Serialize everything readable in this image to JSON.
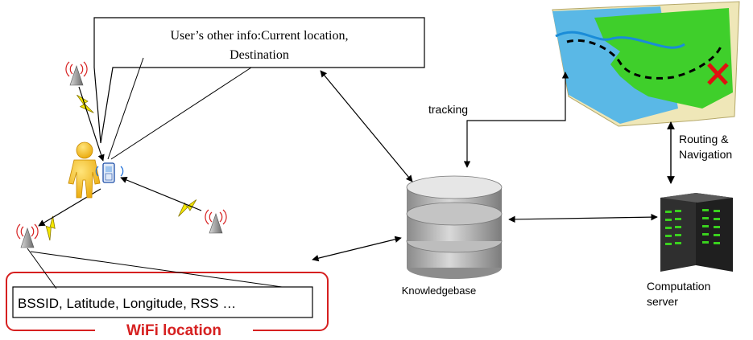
{
  "user_info": {
    "line1": "User’s other info:Current location,",
    "line2": "Destination"
  },
  "wifi_info": {
    "fields": "BSSID, Latitude, Longitude, RSS …",
    "group_label": "WiFi location"
  },
  "labels": {
    "tracking": "tracking",
    "routing_line1": "Routing &",
    "routing_line2": "Navigation",
    "knowledgebase": "Knowledgebase",
    "computation_line1": "Computation",
    "computation_line2": "server"
  },
  "colors": {
    "wifi_red": "#d62020",
    "map_water": "#5ab8e6",
    "map_land": "#3fcf2b",
    "map_paper": "#efe7b8",
    "person": "#f2b800",
    "bolt": "#f5e800",
    "database": "#a9a9a9",
    "server": "#2f2f2f",
    "server_leds": "#3ad11e"
  },
  "icons": [
    "access-point-icon",
    "lightning-bolt-icon",
    "person-icon",
    "mobile-phone-icon",
    "map-icon",
    "database-icon",
    "server-icon"
  ]
}
